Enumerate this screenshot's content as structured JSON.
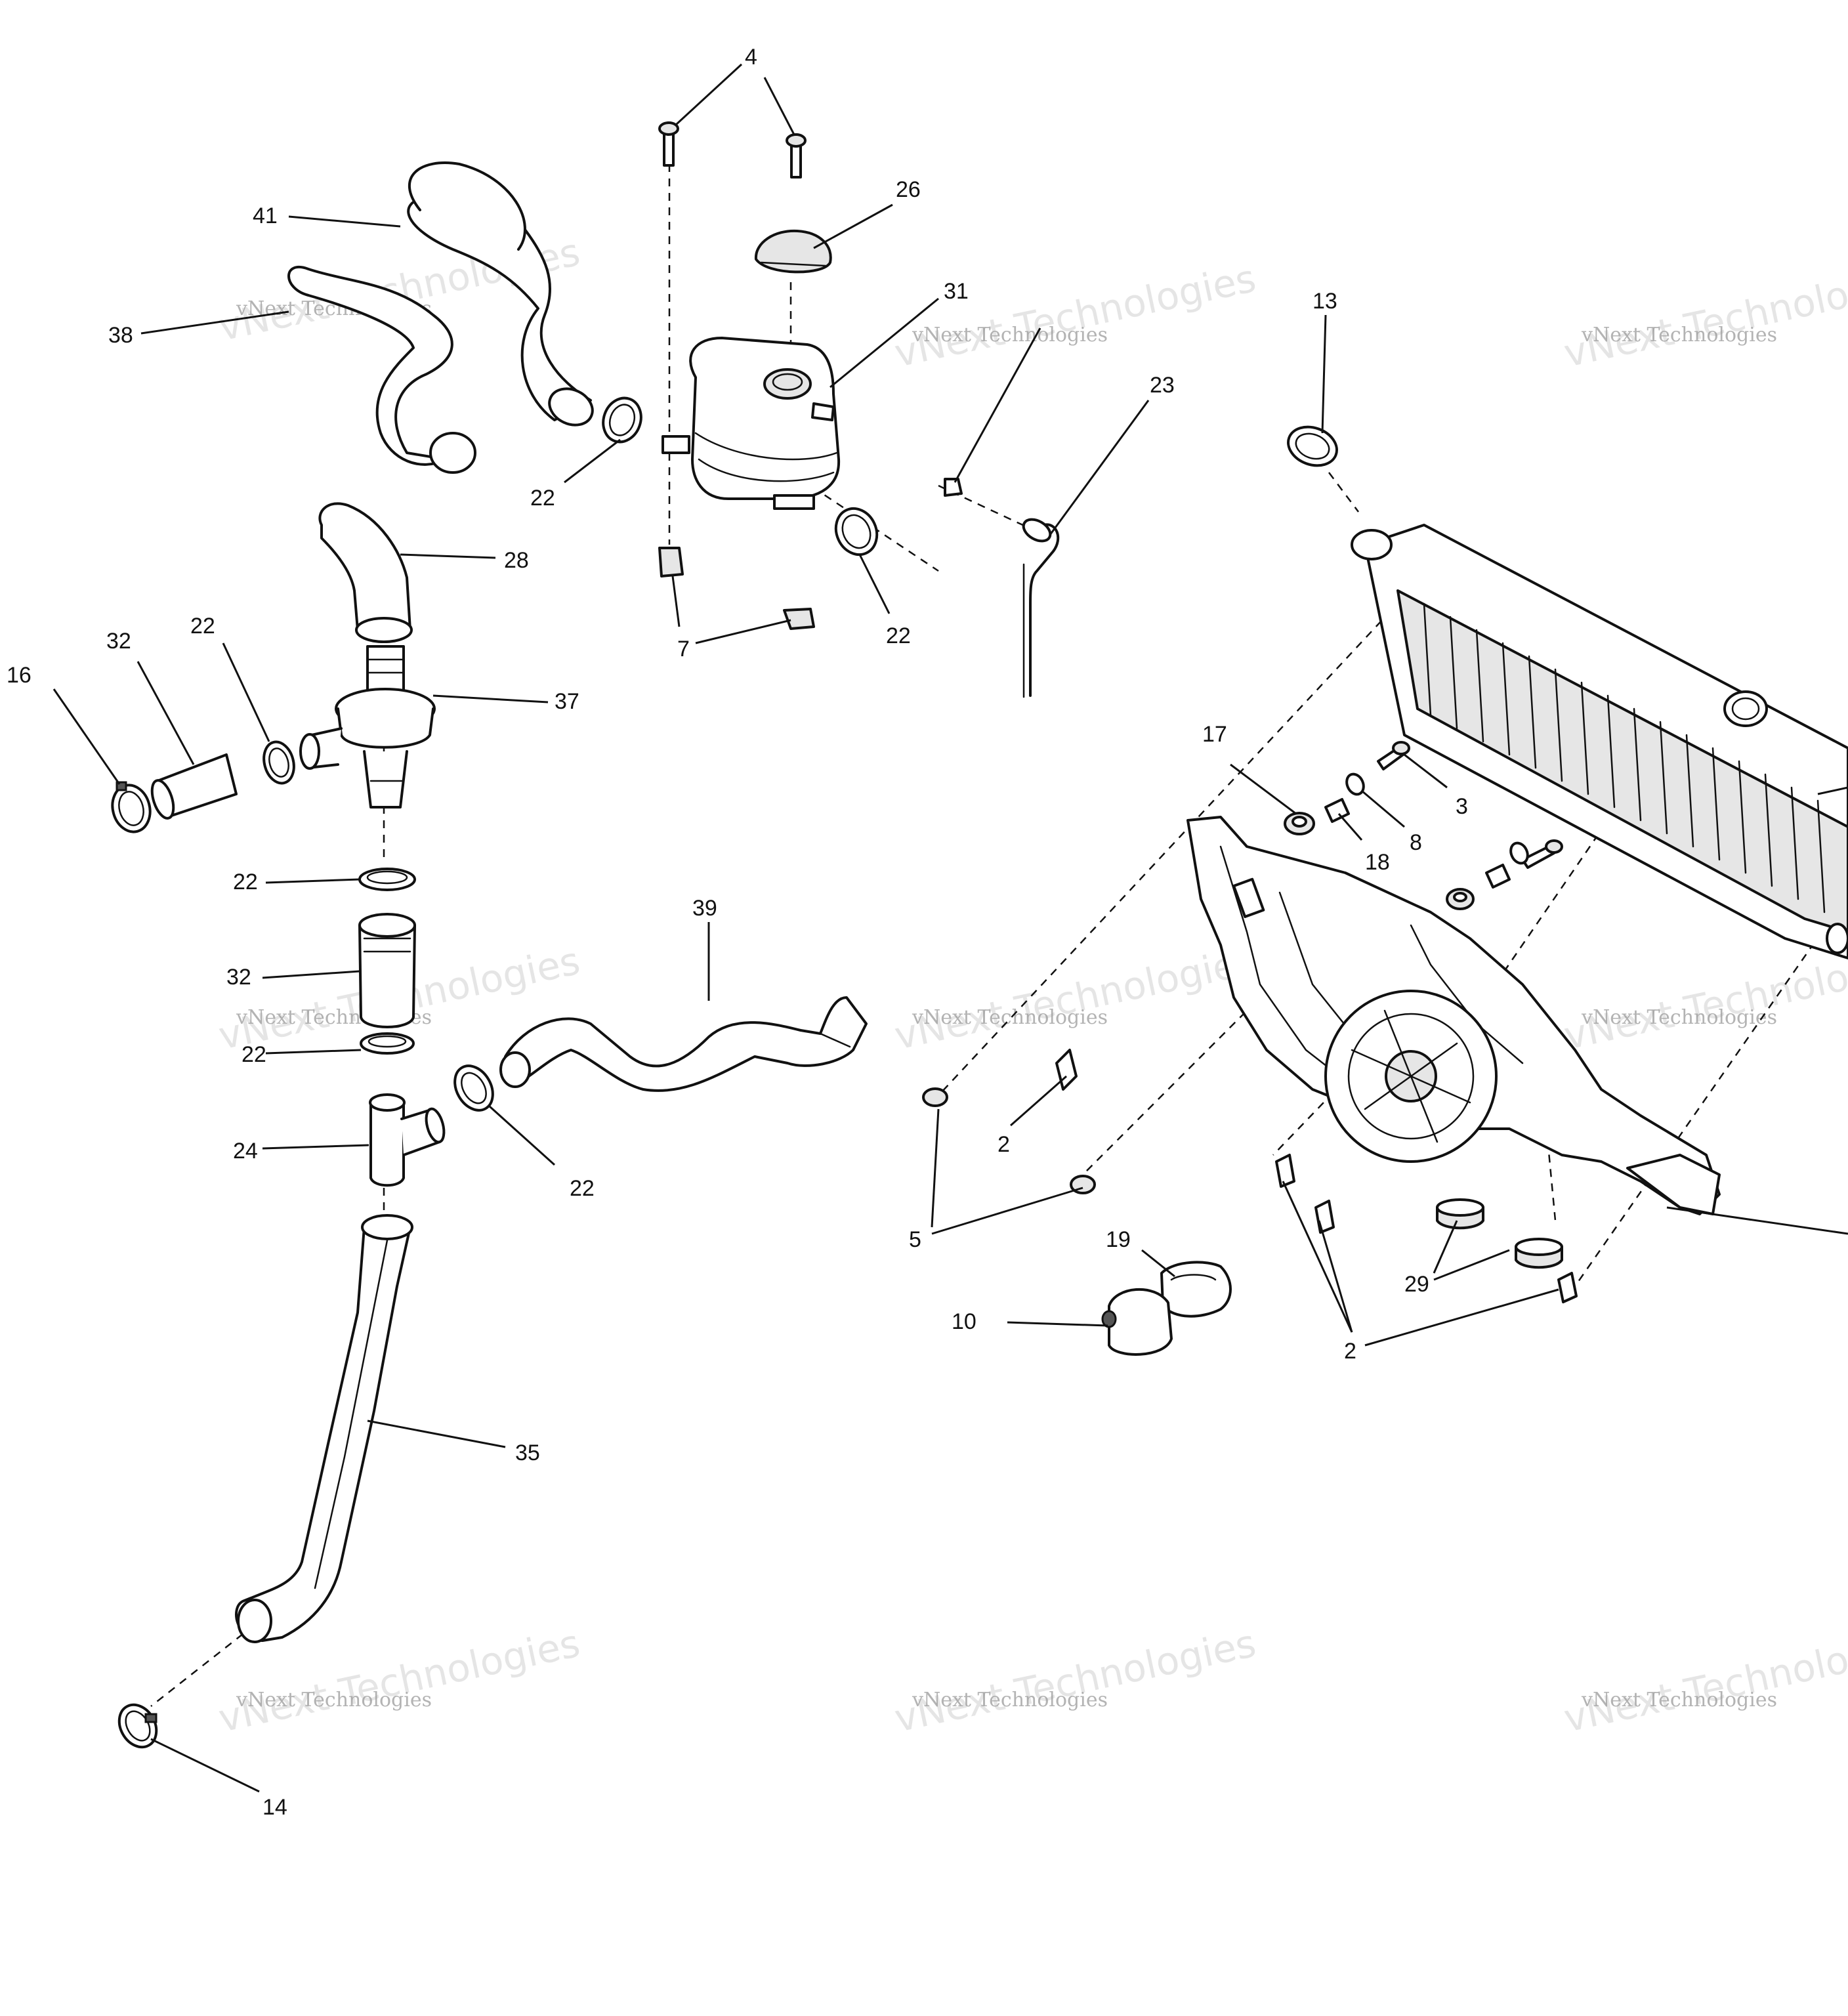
{
  "callouts": [
    {
      "id": "c-4",
      "label": "4"
    },
    {
      "id": "c-41",
      "label": "41"
    },
    {
      "id": "c-26",
      "label": "26"
    },
    {
      "id": "c-31",
      "label": "31"
    },
    {
      "id": "c-38",
      "label": "38"
    },
    {
      "id": "c-13",
      "label": "13"
    },
    {
      "id": "c-23",
      "label": "23"
    },
    {
      "id": "c-22a",
      "label": "22"
    },
    {
      "id": "c-28",
      "label": "28"
    },
    {
      "id": "c-7",
      "label": "7"
    },
    {
      "id": "c-22b",
      "label": "22"
    },
    {
      "id": "c-32a",
      "label": "32"
    },
    {
      "id": "c-22c",
      "label": "22"
    },
    {
      "id": "c-16",
      "label": "16"
    },
    {
      "id": "c-37",
      "label": "37"
    },
    {
      "id": "c-17",
      "label": "17"
    },
    {
      "id": "c-3",
      "label": "3"
    },
    {
      "id": "c-8",
      "label": "8"
    },
    {
      "id": "c-18",
      "label": "18"
    },
    {
      "id": "c-22d",
      "label": "22"
    },
    {
      "id": "c-39",
      "label": "39"
    },
    {
      "id": "c-32b",
      "label": "32"
    },
    {
      "id": "c-22e",
      "label": "22"
    },
    {
      "id": "c-2a",
      "label": "2"
    },
    {
      "id": "c-24",
      "label": "24"
    },
    {
      "id": "c-22f",
      "label": "22"
    },
    {
      "id": "c-5",
      "label": "5"
    },
    {
      "id": "c-19",
      "label": "19"
    },
    {
      "id": "c-29",
      "label": "29"
    },
    {
      "id": "c-10",
      "label": "10"
    },
    {
      "id": "c-2b",
      "label": "2"
    },
    {
      "id": "c-35",
      "label": "35"
    },
    {
      "id": "c-14",
      "label": "14"
    }
  ],
  "watermarks": [
    {
      "small": "vNext Technologies",
      "large": "vNext Technologies"
    },
    {
      "small": "vNext Technologies",
      "large": "vNext Technologies"
    },
    {
      "small": "vNext Technologies",
      "large": "vNext Technologies"
    },
    {
      "small": "vNext Technologies",
      "large": "vNext Technologies"
    },
    {
      "small": "vNext Technologies",
      "large": "vNext Technologies"
    },
    {
      "small": "vNext Technologies",
      "large": "vNext Technologies"
    },
    {
      "small": "vNext Technologies",
      "large": "vNext Technologies"
    },
    {
      "small": "vNext Technologies",
      "large": "vNext Technologies"
    },
    {
      "small": "vNext Technologies",
      "large": "vNext Technologies"
    }
  ]
}
